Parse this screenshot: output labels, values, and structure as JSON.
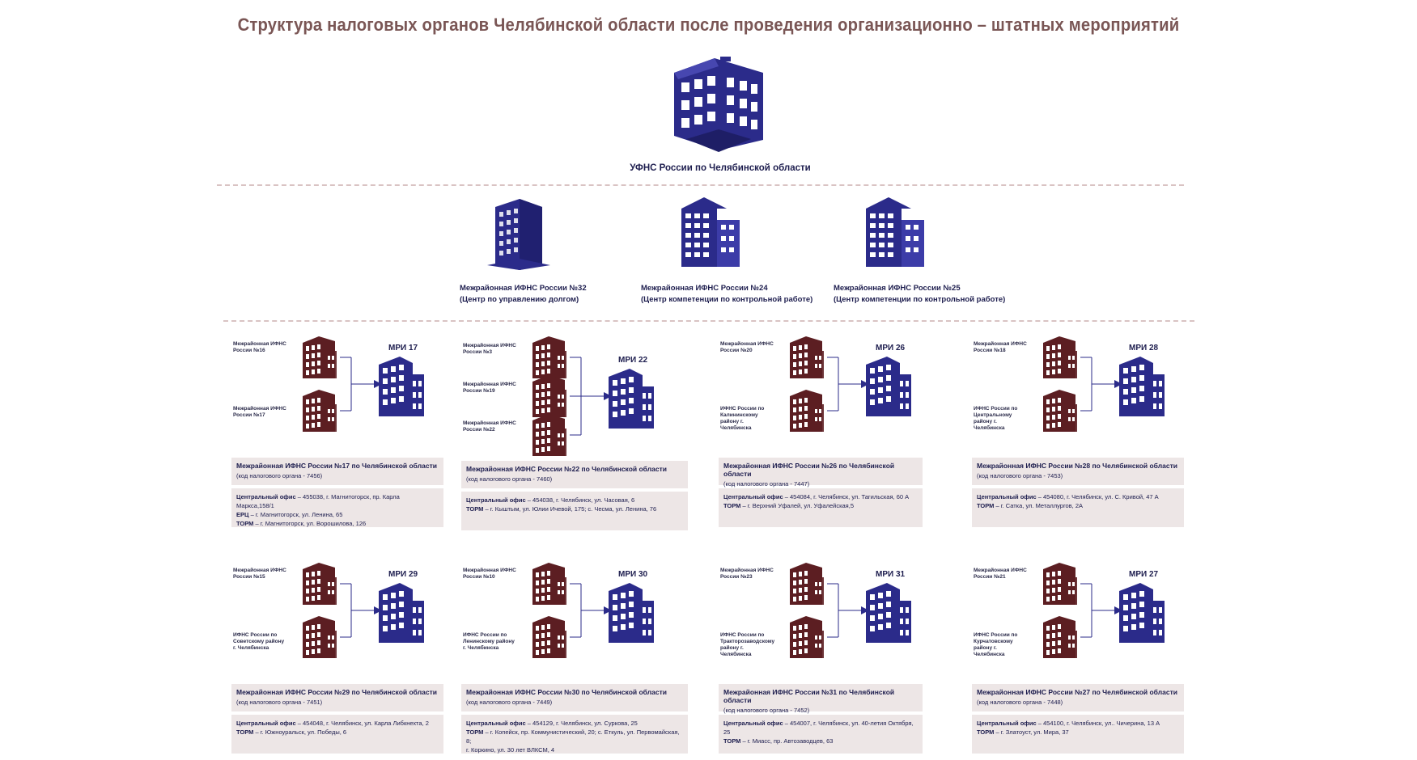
{
  "title": "Структура налоговых органов Челябинской области после проведения организационно – штатных мероприятий",
  "top": {
    "label": "УФНС России по Челябинской области",
    "icon": "headquarters-building-icon"
  },
  "middle": [
    {
      "name": "Межрайонная ИФНС России №32",
      "role": "(Центр по управлению долгом)",
      "icon": "tower-building-icon"
    },
    {
      "name": "Межрайонная ИФНС России №24",
      "role": "(Центр компетенции по контрольной работе)",
      "icon": "office-building-icon"
    },
    {
      "name": "Межрайонная ИФНС России №25",
      "role": "(Центр компетенции по контрольной работе)",
      "icon": "office-building-icon"
    }
  ],
  "units": [
    {
      "mri": "МРИ 17",
      "sources": [
        "Межрайонная ИФНС России №16",
        "Межрайонная ИФНС России №17"
      ],
      "header": "Межрайонная ИФНС России  №17 по Челябинской области",
      "code": "(код налогового органа - 7456)",
      "lines": [
        {
          "k": "Центральный офис",
          "v": " – 455038,  г. Магнитогорск, пр. Карла Маркса,158/1"
        },
        {
          "k": "ЕРЦ",
          "v": " – г. Магнитогорск, ул. Ленина, 65"
        },
        {
          "k": "ТОРМ",
          "v": " – г. Магнитогорск, ул. Ворошилова,  126"
        }
      ]
    },
    {
      "mri": "МРИ 22",
      "sources": [
        "Межрайонная ИФНС России №3",
        "Межрайонная ИФНС России №19",
        "Межрайонная ИФНС России №22"
      ],
      "header": "Межрайонная ИФНС России  №22 по Челябинской области",
      "code": "(код налогового органа - 7460)",
      "lines": [
        {
          "k": "Центральный офис",
          "v": " – 454038, г. Челябинск, ул. Часовая, 6"
        },
        {
          "k": "ТОРМ",
          "v": " – г. Кыштым, ул. Юлии Ичевой, 175;  с. Чесма, ул. Ленина, 76"
        }
      ]
    },
    {
      "mri": "МРИ 26",
      "sources": [
        "Межрайонная ИФНС России №20",
        "ИФНС России по Калининскому району г. Челябинска"
      ],
      "header": "Межрайонная ИФНС России  №26 по Челябинской области",
      "code": "(код налогового органа - 7447)",
      "lines": [
        {
          "k": "Центральный офис",
          "v": " – 454084,  г. Челябинск, ул. Тагильская, 60 А"
        },
        {
          "k": "ТОРМ",
          "v": " – г. Верхний Уфалей, ул. Уфалейская,5"
        }
      ]
    },
    {
      "mri": "МРИ 28",
      "sources": [
        "Межрайонная ИФНС России №18",
        "ИФНС России по Центральному району г. Челябинска"
      ],
      "header": "Межрайонная ИФНС России  №28 по Челябинской области",
      "code": "(код налогового органа - 7453)",
      "lines": [
        {
          "k": "Центральный офис",
          "v": " – 454080,  г. Челябинск, ул. С. Кривой, 47 А"
        },
        {
          "k": "ТОРМ",
          "v": " – г. Сатка, ул. Металлургов,  2А"
        }
      ]
    },
    {
      "mri": "МРИ 29",
      "sources": [
        "Межрайонная ИФНС России №15",
        "ИФНС России по Советскому району г. Челябинска"
      ],
      "header": "Межрайонная ИФНС России  №29 по Челябинской области",
      "code": "(код налогового органа - 7451)",
      "lines": [
        {
          "k": "Центральный офис",
          "v": " – 454048,  г. Челябинск, ул. Карла Либкнехта, 2"
        },
        {
          "k": "ТОРМ",
          "v": " – г. Южноуральск, ул. Победы,  6"
        }
      ]
    },
    {
      "mri": "МРИ 30",
      "sources": [
        "Межрайонная ИФНС России №10",
        "ИФНС России по Ленинскому району г. Челябинска"
      ],
      "header": "Межрайонная ИФНС России  №30 по Челябинской области",
      "code": "(код налогового органа - 7449)",
      "lines": [
        {
          "k": "Центральный офис",
          "v": " – 454129,  г. Челябинск, ул. Суркова, 25"
        },
        {
          "k": "ТОРМ",
          "v": " – г. Копейск, пр. Коммунистический,  20; с. Еткуль, ул. Первомайская, 8;"
        },
        {
          "k": "",
          "v": "г. Коркино, ул. 30 лет ВЛКСМ, 4"
        }
      ]
    },
    {
      "mri": "МРИ 31",
      "sources": [
        "Межрайонная ИФНС России №23",
        "ИФНС России по Тракторозаводскому району г. Челябинска"
      ],
      "header": "Межрайонная ИФНС России  №31 по Челябинской области",
      "code": "(код налогового органа - 7452)",
      "lines": [
        {
          "k": "Центральный офис",
          "v": " – 454007,  г. Челябинск, ул. 40-летия Октября,  25"
        },
        {
          "k": "ТОРМ",
          "v": " – г. Миасс, пр. Автозаводцев,  63"
        }
      ]
    },
    {
      "mri": "МРИ 27",
      "sources": [
        "Межрайонная ИФНС России №21",
        "ИФНС России по Курчатовскому району г. Челябинска"
      ],
      "header": "Межрайонная ИФНС России  №27 по Челябинской области",
      "code": "(код налогового органа - 7448)",
      "lines": [
        {
          "k": "Центральный офис",
          "v": " – 454100,  г. Челябинск, ул.. Чичерина, 13 А"
        },
        {
          "k": "ТОРМ",
          "v": " – г. Златоуст, ул. Мира, 37"
        }
      ]
    }
  ],
  "colors": {
    "title": "#7a5655",
    "navy": "#2b2b8a",
    "maroon": "#5c1e22",
    "box": "#ede6e6",
    "dash": "#d9c3c3"
  }
}
